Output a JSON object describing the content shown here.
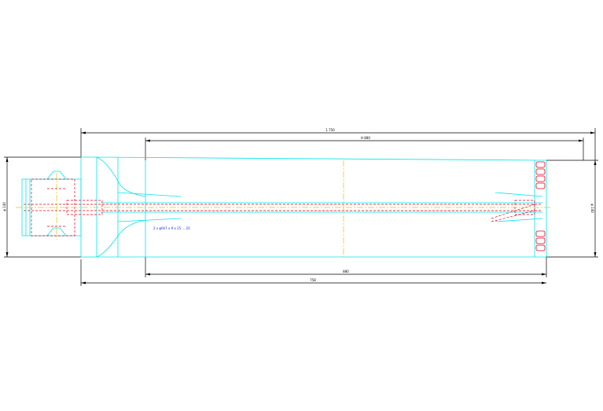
{
  "colors": {
    "background": "#ffffff",
    "outline": "#00e5ee",
    "hidden_lines": "#e8001c",
    "center_line": "#e6c200",
    "dimension": "#000000",
    "note": "#1a2bd6"
  },
  "dimensions": {
    "overall_length": "1 750",
    "inner_length": "H 880",
    "bottom_length": "880",
    "bottom_total": "758",
    "left_diameter": "φ 140",
    "right_diameter": "φ 140"
  },
  "note": "2 x φ6h7 x 9 x 25 ... 20"
}
